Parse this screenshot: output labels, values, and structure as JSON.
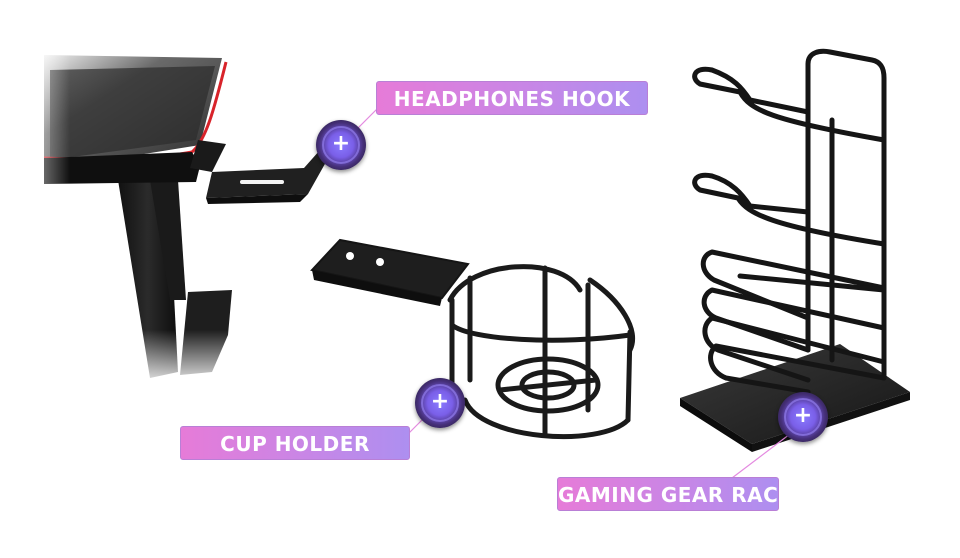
{
  "callouts": [
    {
      "label": "HEADPHONES HOOK",
      "icon": "plus-icon"
    },
    {
      "label": "CUP HOLDER",
      "icon": "plus-icon"
    },
    {
      "label": "GAMING GEAR RACK",
      "icon": "plus-icon"
    }
  ],
  "colors": {
    "label_gradient_start": "#e67bd8",
    "label_gradient_end": "#ad8ff0",
    "hotspot": "#7a5fe8",
    "desk_edge_accent": "#d8232a",
    "metal": "#1b1b1b"
  }
}
